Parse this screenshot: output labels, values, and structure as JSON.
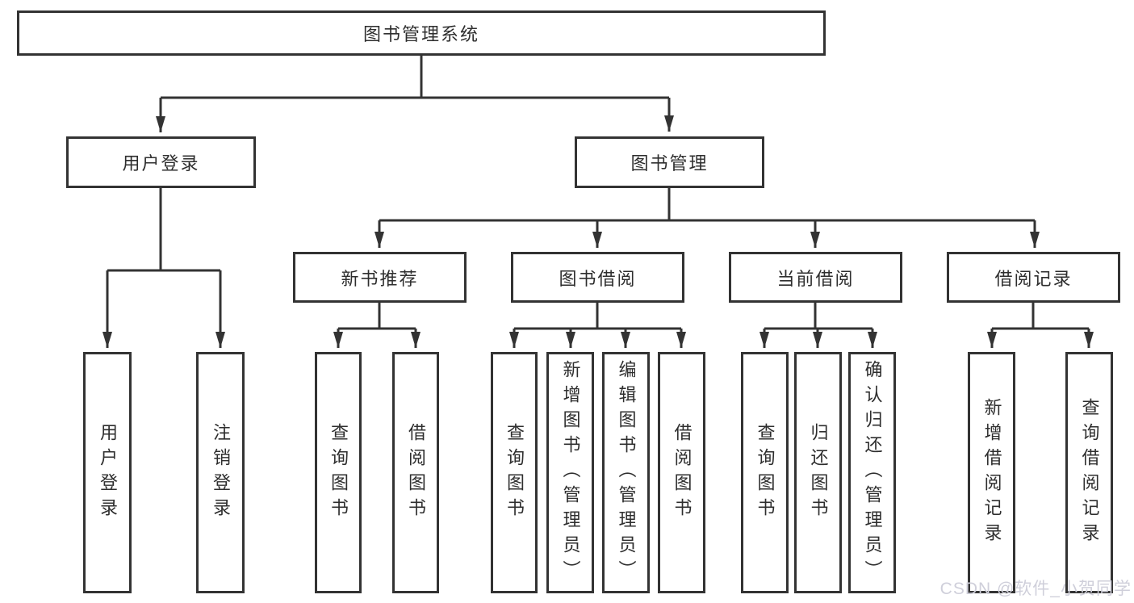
{
  "diagram": {
    "root": {
      "label": "图书管理系统"
    },
    "branches": [
      {
        "label": "用户登录"
      },
      {
        "label": "图书管理"
      }
    ],
    "modules": [
      {
        "label": "新书推荐"
      },
      {
        "label": "图书借阅"
      },
      {
        "label": "当前借阅"
      },
      {
        "label": "借阅记录"
      }
    ],
    "leaves": {
      "user": [
        "用户登录",
        "注销登录"
      ],
      "recommend": [
        "查询图书",
        "借阅图书"
      ],
      "borrow": [
        "查询图书",
        "新增图书（管理员）",
        "编辑图书（管理员）",
        "借阅图书"
      ],
      "current": [
        "查询图书",
        "归还图书",
        "确认归还（管理员）"
      ],
      "records": [
        "新增借阅记录",
        "查询借阅记录"
      ]
    }
  },
  "watermark": {
    "label": "CSDN @软件_小贺同学"
  },
  "colors": {
    "line": "#333333",
    "text": "#2e2e2e",
    "watermark": "#cfcfda",
    "background": "#ffffff"
  }
}
